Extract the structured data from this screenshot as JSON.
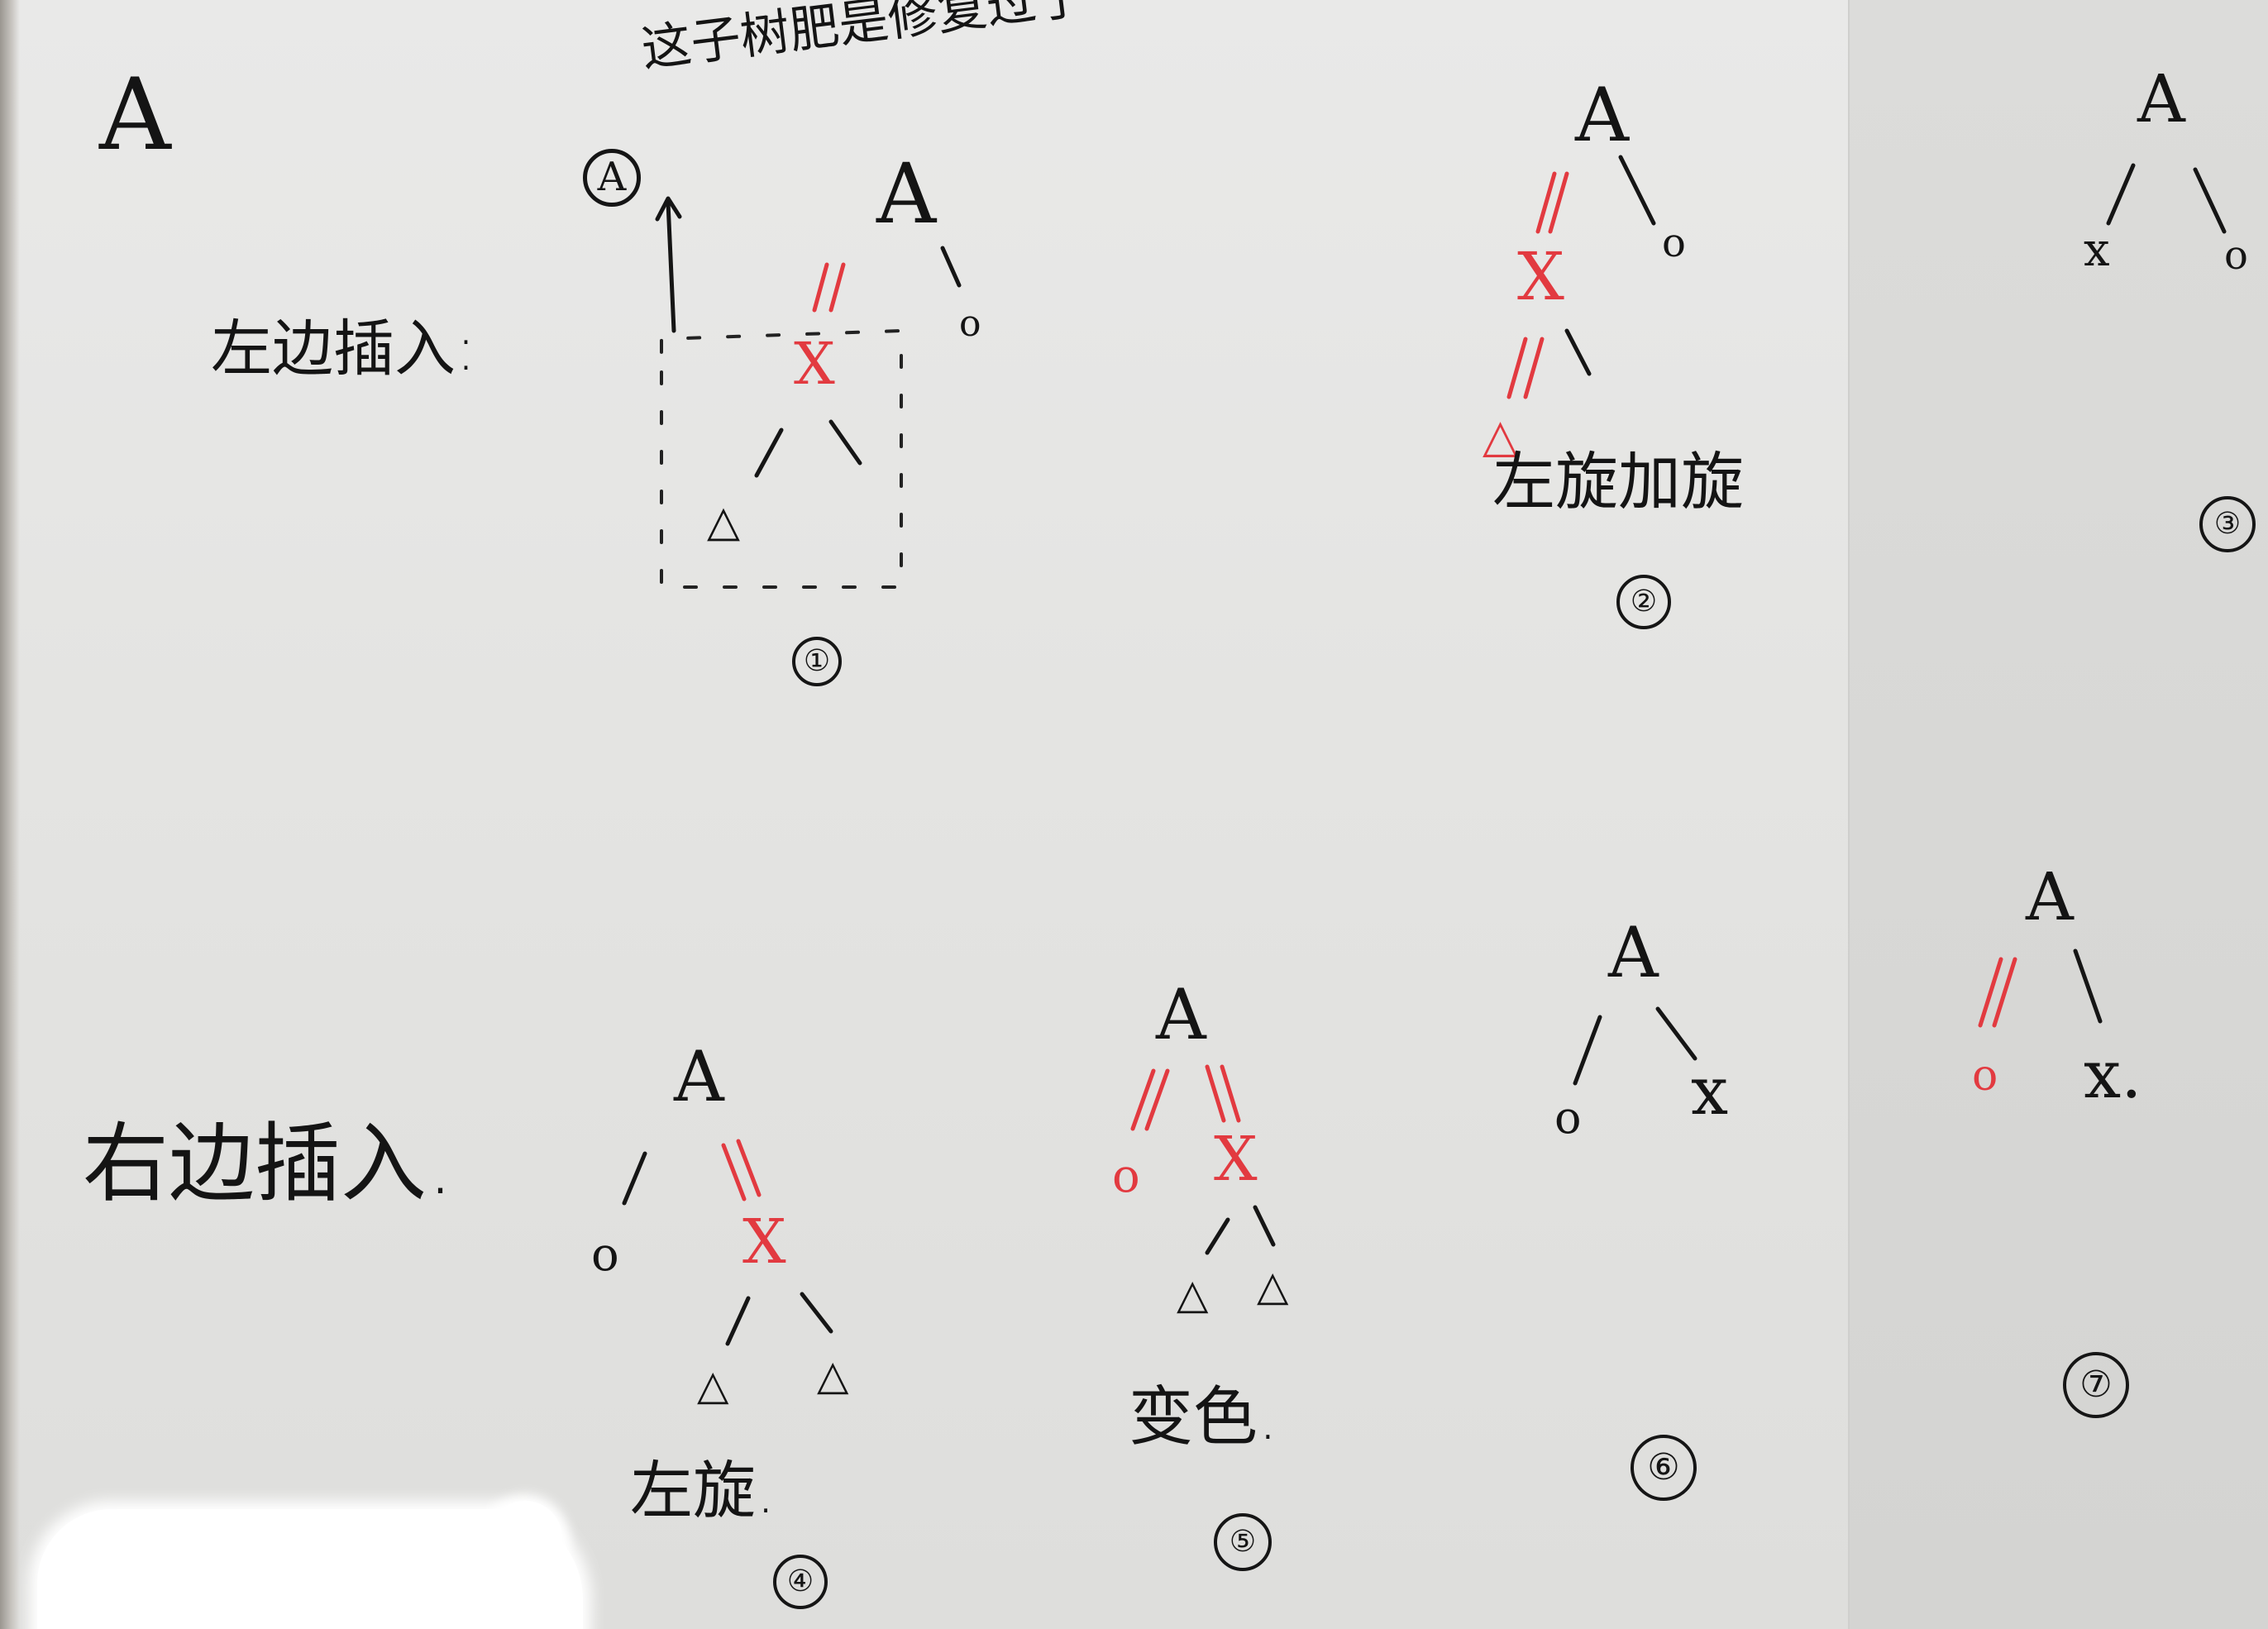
{
  "heading": {
    "corner_letter": "A"
  },
  "notes": {
    "left_insert": "左边插入:",
    "right_insert": "右边插入.",
    "subtree_note": "这子树肥是修复过了",
    "circled_a": "A"
  },
  "diagrams": [
    {
      "id": 1,
      "number": "①",
      "root": "A",
      "middle": "X",
      "right_leaf": "o",
      "bottom_leaf": "△"
    },
    {
      "id": 2,
      "number": "②",
      "root": "A",
      "middle": "X",
      "right_leaf": "o",
      "bottom_leaf": "△",
      "caption": "左旋加旋"
    },
    {
      "id": 3,
      "number": "③",
      "root": "A",
      "left_leaf": "x",
      "right_leaf": "o"
    },
    {
      "id": 4,
      "number": "④",
      "root": "A",
      "left_leaf": "o",
      "middle": "X",
      "bottom_left": "△",
      "bottom_right": "△",
      "caption": "左旋."
    },
    {
      "id": 5,
      "number": "⑤",
      "root": "A",
      "left_leaf": "o",
      "middle": "X",
      "bottom_left": "△",
      "bottom_right": "△",
      "caption": "变色."
    },
    {
      "id": 6,
      "number": "⑥",
      "root": "A",
      "left_leaf": "o",
      "right_leaf": "x"
    },
    {
      "id": 7,
      "number": "⑦",
      "root": "A",
      "left_leaf": "o",
      "right_leaf": "x."
    }
  ],
  "colors": {
    "ink": "#151515",
    "red_ink": "#e23a40",
    "paper": "#e6e6e4"
  }
}
